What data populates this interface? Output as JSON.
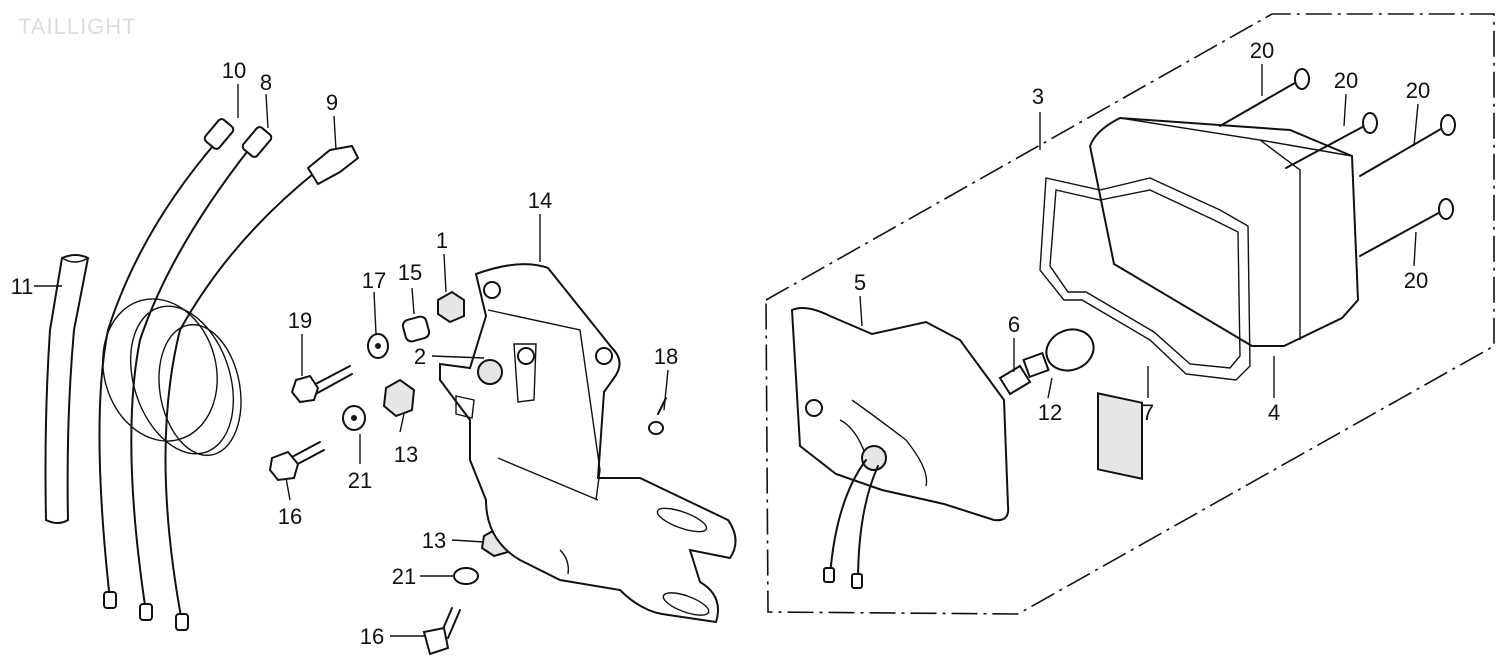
{
  "title": "TAILLIGHT",
  "callouts": {
    "c1": "1",
    "c2": "2",
    "c3": "3",
    "c4": "4",
    "c5": "5",
    "c6": "6",
    "c7": "7",
    "c8": "8",
    "c9": "9",
    "c10": "10",
    "c11": "11",
    "c12": "12",
    "c13a": "13",
    "c13b": "13",
    "c14": "14",
    "c15": "15",
    "c16a": "16",
    "c16b": "16",
    "c17": "17",
    "c18": "18",
    "c19": "19",
    "c20a": "20",
    "c20b": "20",
    "c20c": "20",
    "c20d": "20",
    "c21a": "21",
    "c21b": "21"
  }
}
